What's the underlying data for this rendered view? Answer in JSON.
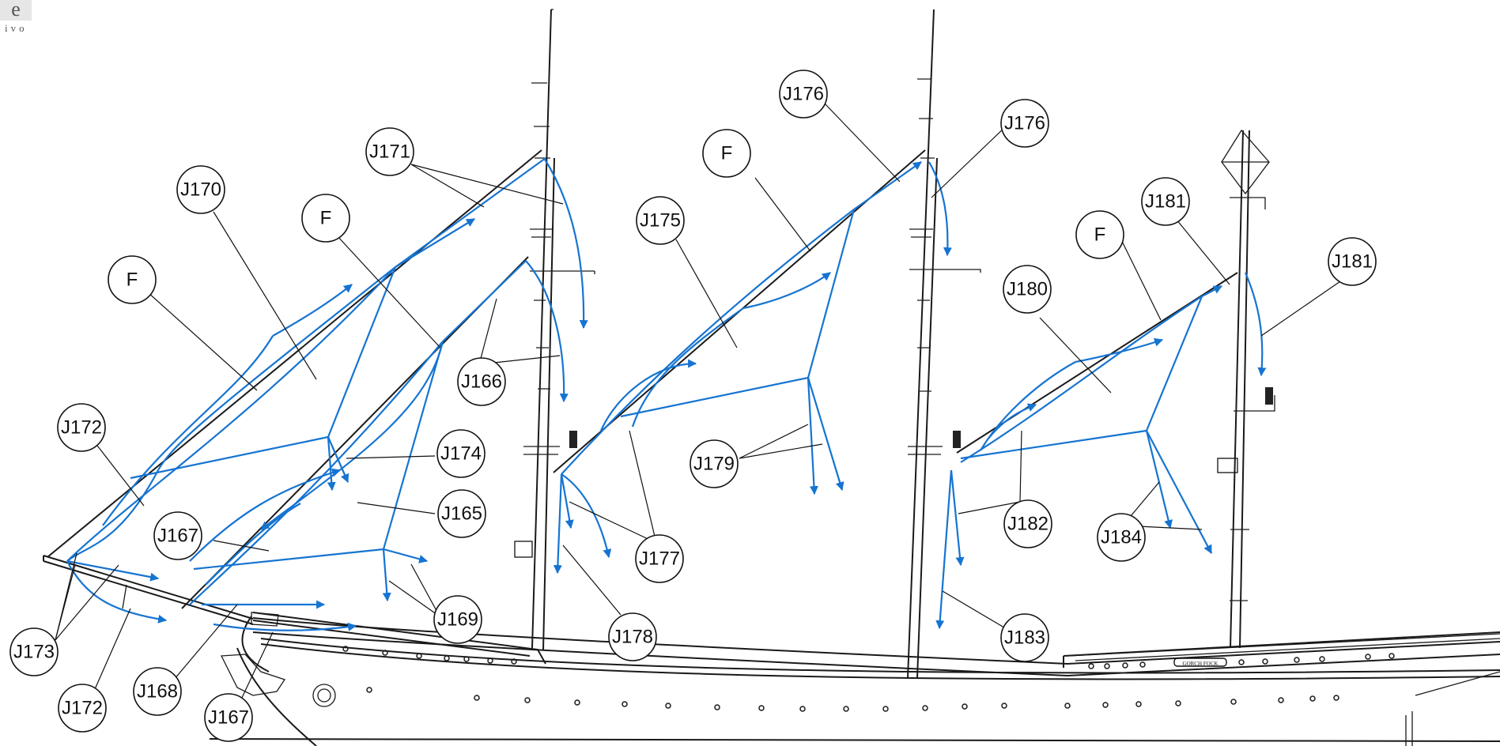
{
  "logo": {
    "mark": "e",
    "subtitle": "ivo"
  },
  "labels": {
    "j165": "J165",
    "j166": "J166",
    "j167a": "J167",
    "j167b": "J167",
    "j168": "J168",
    "j169": "J169",
    "j170": "J170",
    "j171": "J171",
    "j172a": "J172",
    "j172b": "J172",
    "j173": "J173",
    "j174": "J174",
    "j175": "J175",
    "j176a": "J176",
    "j176b": "J176",
    "j177": "J177",
    "j178": "J178",
    "j179": "J179",
    "j180": "J180",
    "j181a": "J181",
    "j181b": "J181",
    "j182": "J182",
    "j183": "J183",
    "j184": "J184",
    "f1": "F",
    "f2": "F",
    "f3": "F",
    "f4": "F"
  },
  "stern_plate": "GORCH FOCK",
  "colors": {
    "rigging": "#1674d1",
    "line": "#111111",
    "background": "#ffffff"
  }
}
